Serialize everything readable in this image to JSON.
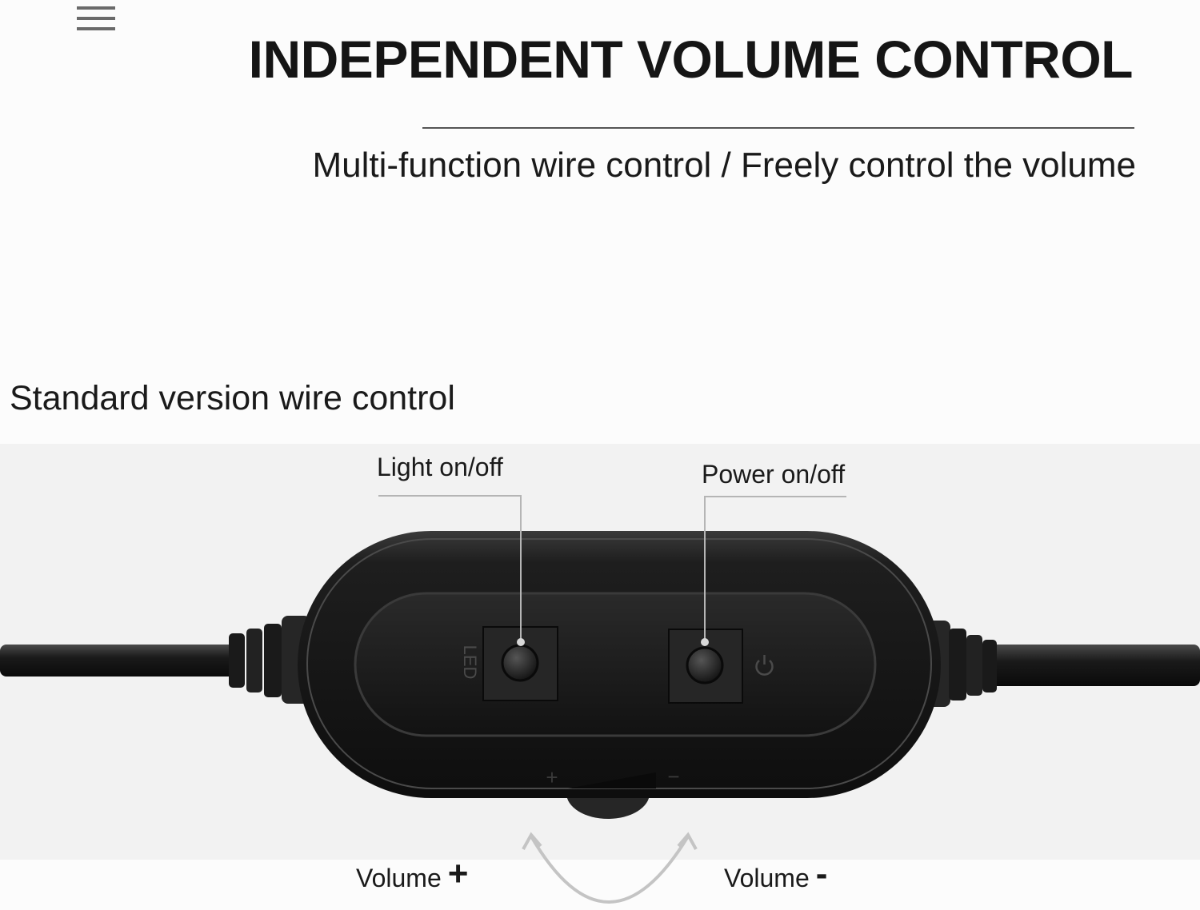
{
  "header": {
    "title": "INDEPENDENT VOLUME CONTROL",
    "subtitle": "Multi-function wire control / Freely control the volume"
  },
  "section": {
    "title": "Standard version wire control"
  },
  "callouts": {
    "light": "Light on/off",
    "power": "Power on/off",
    "volume_plus_label": "Volume",
    "volume_plus_sign": "+",
    "volume_minus_label": "Volume",
    "volume_minus_sign": "-"
  },
  "device": {
    "led_label": "LED",
    "wheel_plus": "+",
    "wheel_minus": "−"
  },
  "colors": {
    "body": "#1c1c1c",
    "panel": "#141414",
    "button_face": "#2a2a2a",
    "callout_line": "#b5b5b5"
  }
}
